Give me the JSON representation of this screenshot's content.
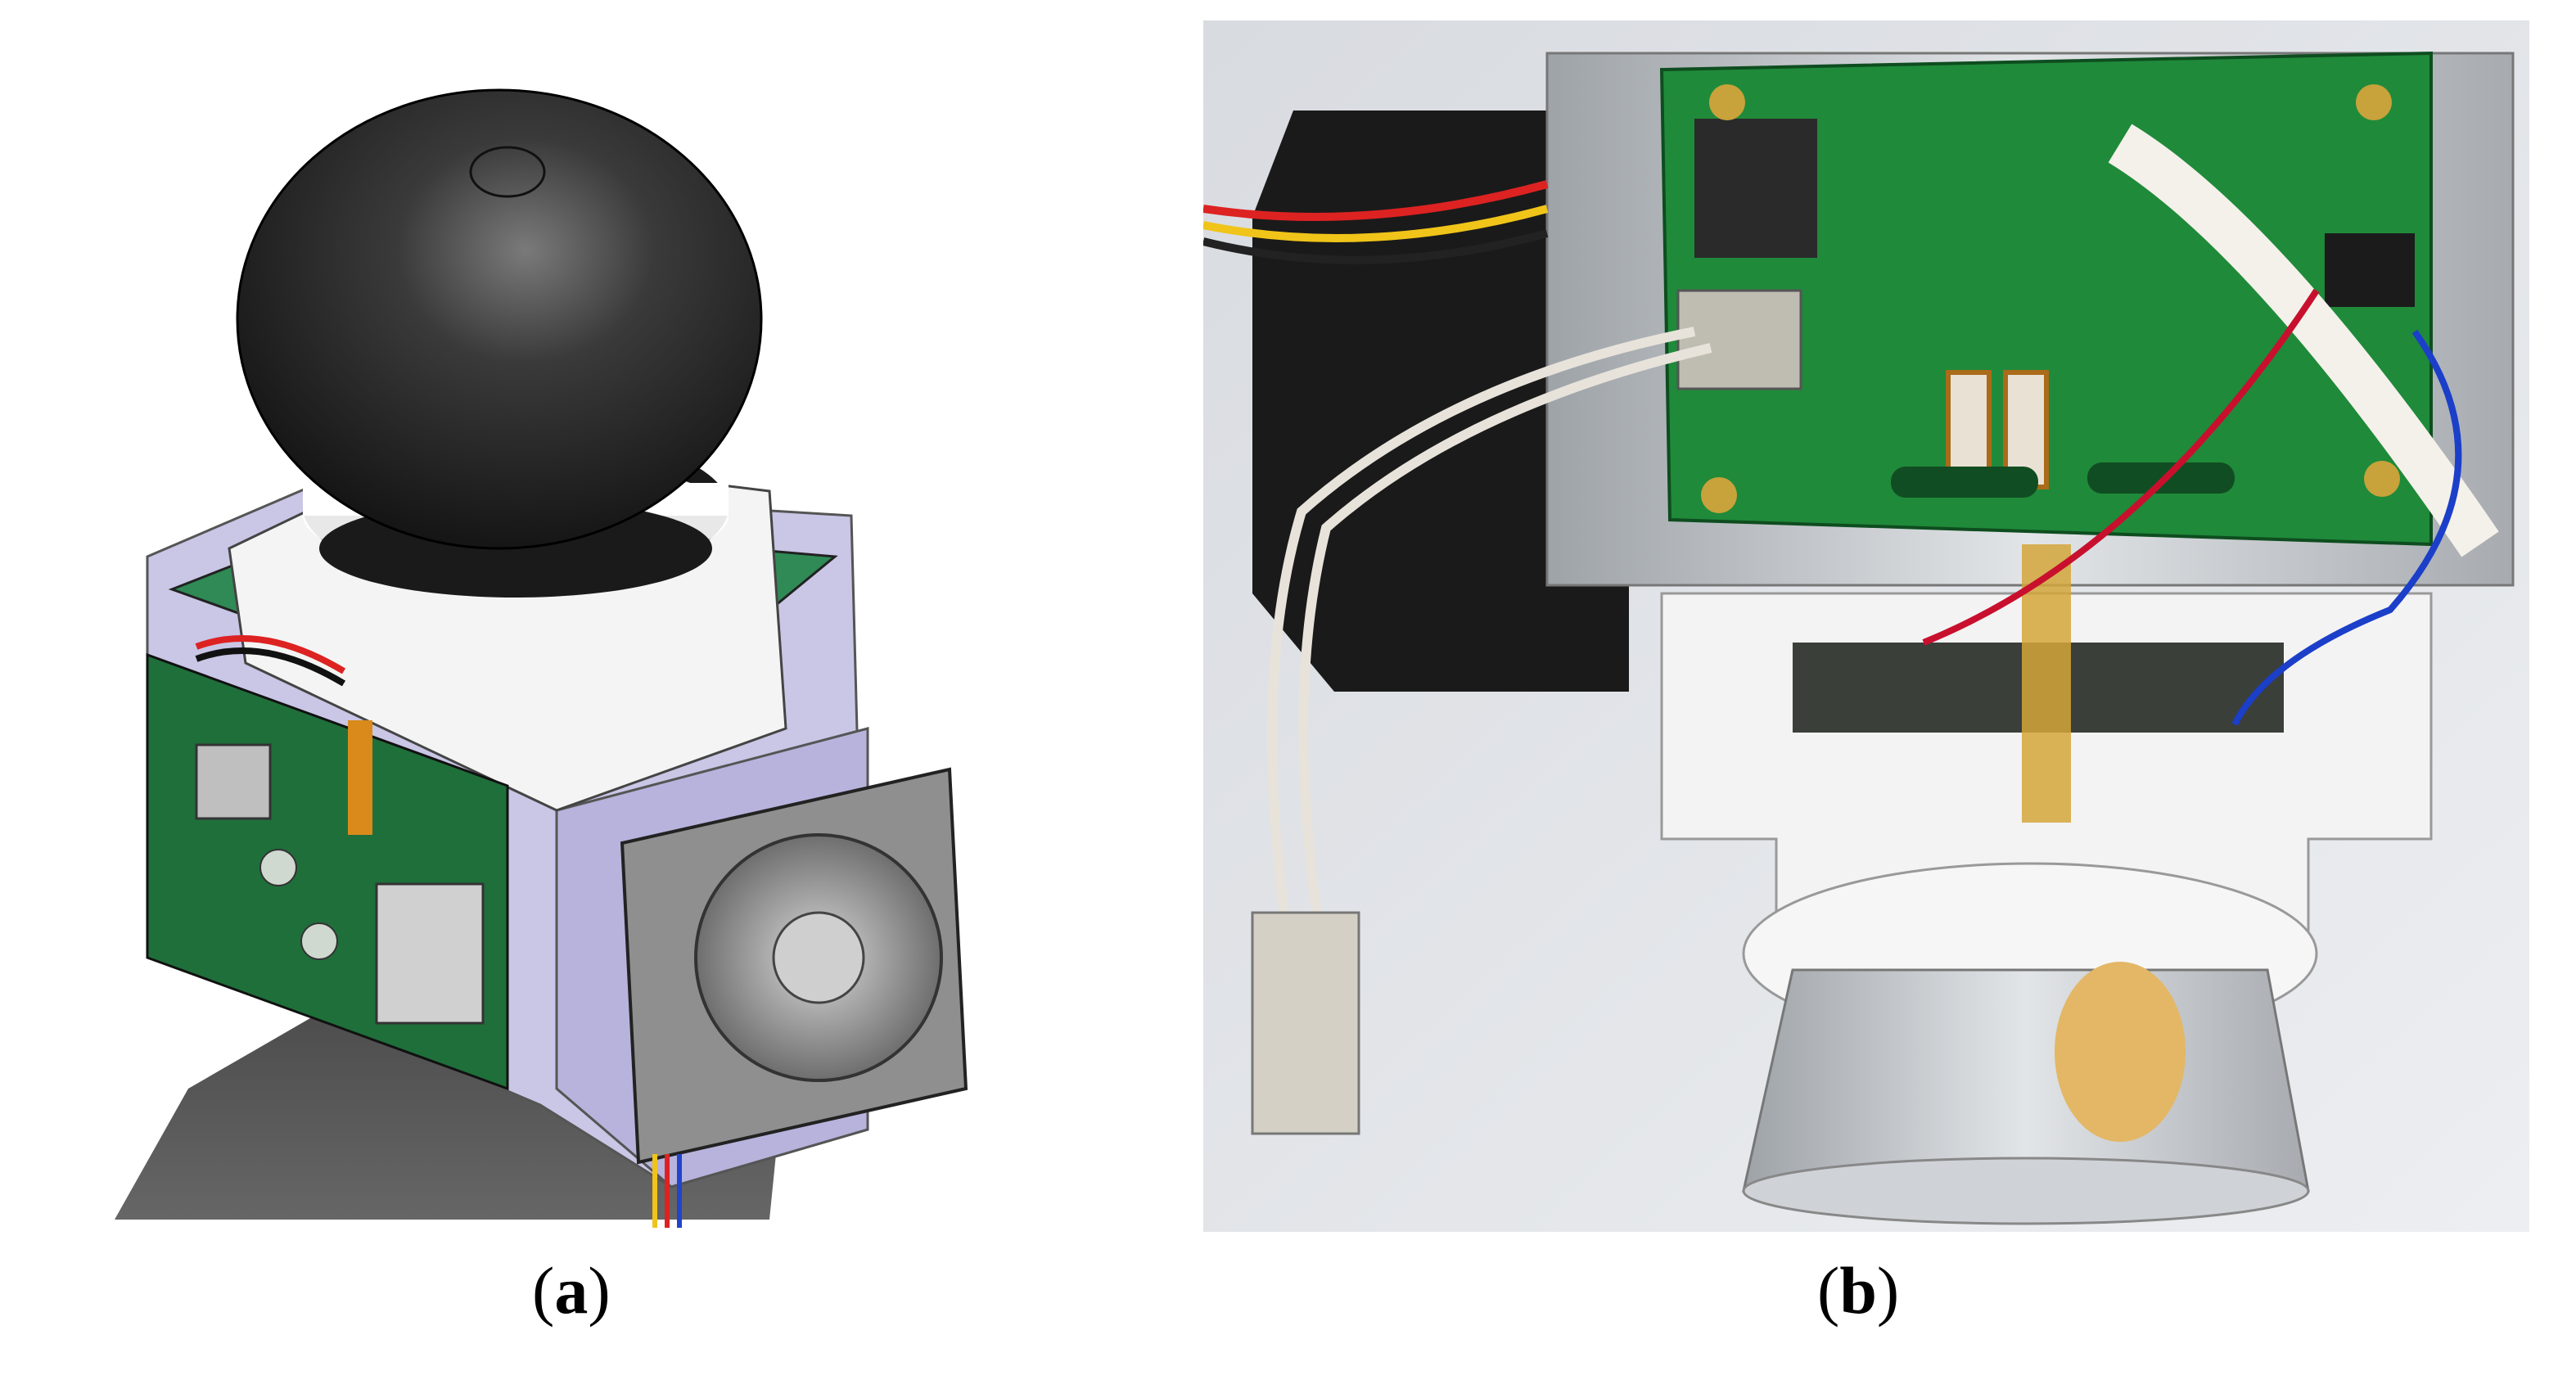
{
  "figure": {
    "panel_a": {
      "caption_open": "(",
      "caption_letter": "a",
      "caption_close": ")",
      "subject": "cad-rendering-of-device-assembly"
    },
    "panel_b": {
      "caption_open": "(",
      "caption_letter": "b",
      "caption_close": ")",
      "subject": "photo-of-assembled-device"
    }
  },
  "colors": {
    "dome": "#2b2b2b",
    "housing": "#c9c6e6",
    "pcb": "#1f6f3a",
    "fan": "#9a9a9a",
    "aluminium": "#c4c8cc",
    "white_plastic": "#f2f2f2",
    "background_photo": "#e4e6ea"
  }
}
